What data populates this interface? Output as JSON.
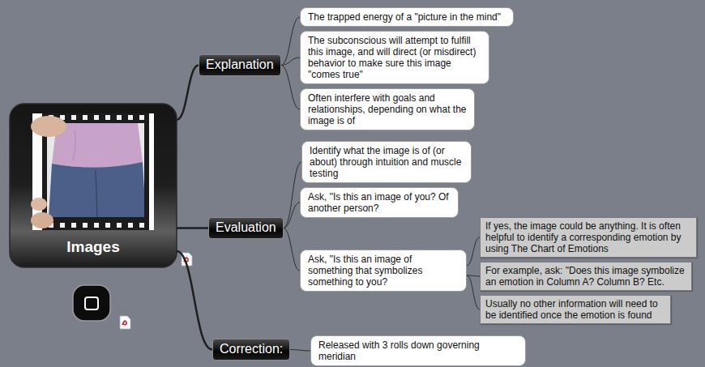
{
  "diagram": {
    "nodes": [
      {
        "text": [
          "Images"
        ]
      },
      {
        "text": [
          "Explanation"
        ]
      },
      {
        "text": [
          "The trapped energy of a \"picture in the mind\""
        ]
      },
      {
        "text": [
          "The subconscious will attempt to fulfill this image, and will direct (or misdirect) behavior to make sure this image \"comes true\""
        ]
      },
      {
        "text": [
          "Often interfere with goals and relationships, depending on what the image is of"
        ]
      },
      {
        "text": [
          "Evaluation"
        ]
      },
      {
        "text": [
          "Identify what the image is of (or about) through intuition and muscle testing"
        ]
      },
      {
        "text": [
          "Ask, \"Is this an image of you? Of another person?"
        ]
      },
      {
        "text": [
          "Ask, \"Is this an image of something that symbolizes something to you?"
        ]
      },
      {
        "text": [
          "If yes, the image could be anything. It is often helpful to identify a corresponding emotion by using The Chart of Emotions"
        ]
      },
      {
        "text": [
          "For example, ask: \"Does this image symbolize an emotion in Column A? Column B? Etc."
        ]
      },
      {
        "text": [
          "Usually no other information will need to be identified once the emotion is found"
        ]
      },
      {
        "text": [
          "Correction:"
        ]
      },
      {
        "text": [
          "Released with 3 rolls down governing meridian"
        ]
      }
    ],
    "edges": [
      {
        "from": 0,
        "to": 1,
        "arrow": "none"
      },
      {
        "from": 1,
        "to": 2,
        "arrow": "none"
      },
      {
        "from": 1,
        "to": 3,
        "arrow": "none"
      },
      {
        "from": 1,
        "to": 4,
        "arrow": "none"
      },
      {
        "from": 0,
        "to": 5,
        "arrow": "none"
      },
      {
        "from": 5,
        "to": 6,
        "arrow": "none"
      },
      {
        "from": 5,
        "to": 7,
        "arrow": "none"
      },
      {
        "from": 5,
        "to": 8,
        "arrow": "none"
      },
      {
        "from": 8,
        "to": 9,
        "arrow": "none"
      },
      {
        "from": 8,
        "to": 10,
        "arrow": "none"
      },
      {
        "from": 8,
        "to": 11,
        "arrow": "none"
      },
      {
        "from": 0,
        "to": 12,
        "arrow": "none"
      },
      {
        "from": 12,
        "to": 13,
        "arrow": "none"
      }
    ]
  }
}
